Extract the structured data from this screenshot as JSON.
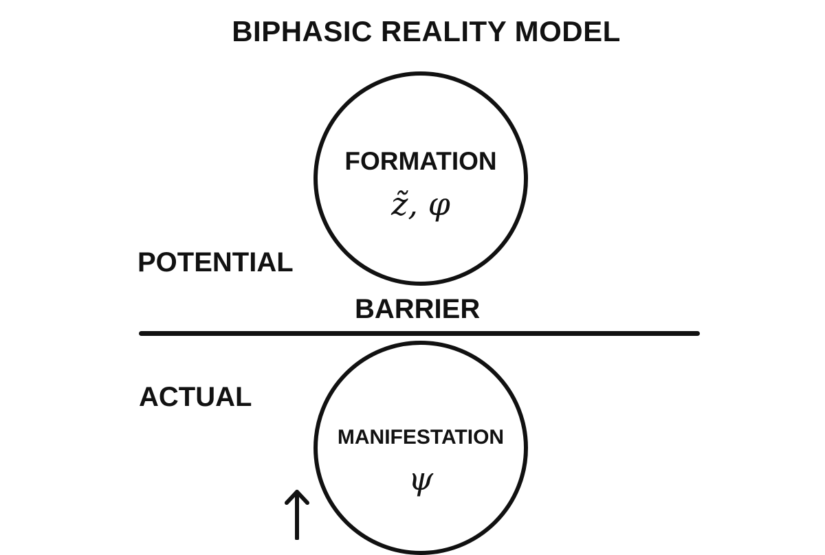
{
  "title": "BIPHASIC REALITY MODEL",
  "formation": {
    "label": "FORMATION",
    "symbols": "z̃, φ"
  },
  "manifestation": {
    "label": "MANIFESTATION",
    "symbol": "ψ"
  },
  "side_labels": {
    "potential": "POTENTIAL",
    "actual": "ACTUAL",
    "barrier": "BARRIER"
  },
  "colors": {
    "ink": "#111111",
    "background": "#ffffff"
  },
  "icons": {
    "arrow": "up-arrow-icon"
  }
}
